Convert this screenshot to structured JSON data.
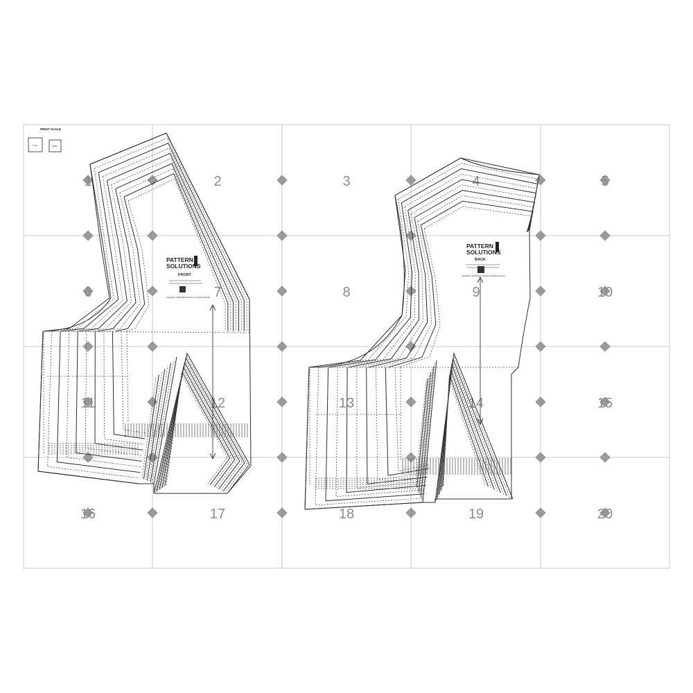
{
  "print_scale": {
    "label": "PRINT SCALE",
    "inch_label": "1 in",
    "cm_label": "3 cm"
  },
  "front_label": {
    "brand_line1": "PATTERN",
    "brand_line2": "SOLUTIONS",
    "piece_name": "FRONT",
    "copyright": "Copyright © 2022 Pattern Solutions. All rights reserved."
  },
  "back_label": {
    "brand_line1": "PATTERN",
    "brand_line2": "SOLUTIONS",
    "piece_name": "BACK",
    "copyright": "Copyright © 2022 Pattern Solutions. All rights reserved."
  },
  "page_numbers": [
    "1",
    "2",
    "3",
    "4",
    "5",
    "6",
    "7",
    "8",
    "9",
    "10",
    "11",
    "12",
    "13",
    "14",
    "15",
    "16",
    "17",
    "18",
    "19",
    "20"
  ],
  "colors": {
    "grid": "#c8c8c8",
    "marker": "#9a9a9a",
    "outline": "#2b2b2b",
    "page_number": "#8c8c8c"
  }
}
